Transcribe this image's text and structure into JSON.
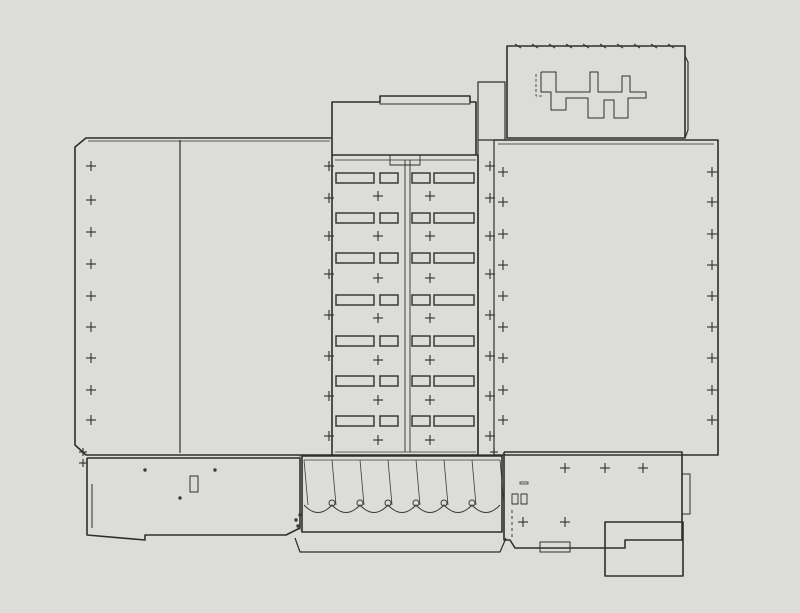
{
  "drawing": {
    "kind": "architectural-floor-plan",
    "caption": "",
    "text_labels": []
  },
  "colors": {
    "paper": "#dcdcd8",
    "ink": "#2e2e2e",
    "ink_light": "#5a5a5a"
  },
  "legend": {
    "symbols": [
      {
        "name": "column-marker",
        "glyph": "+"
      },
      {
        "name": "bench-rectangle",
        "glyph": "▭"
      }
    ]
  }
}
